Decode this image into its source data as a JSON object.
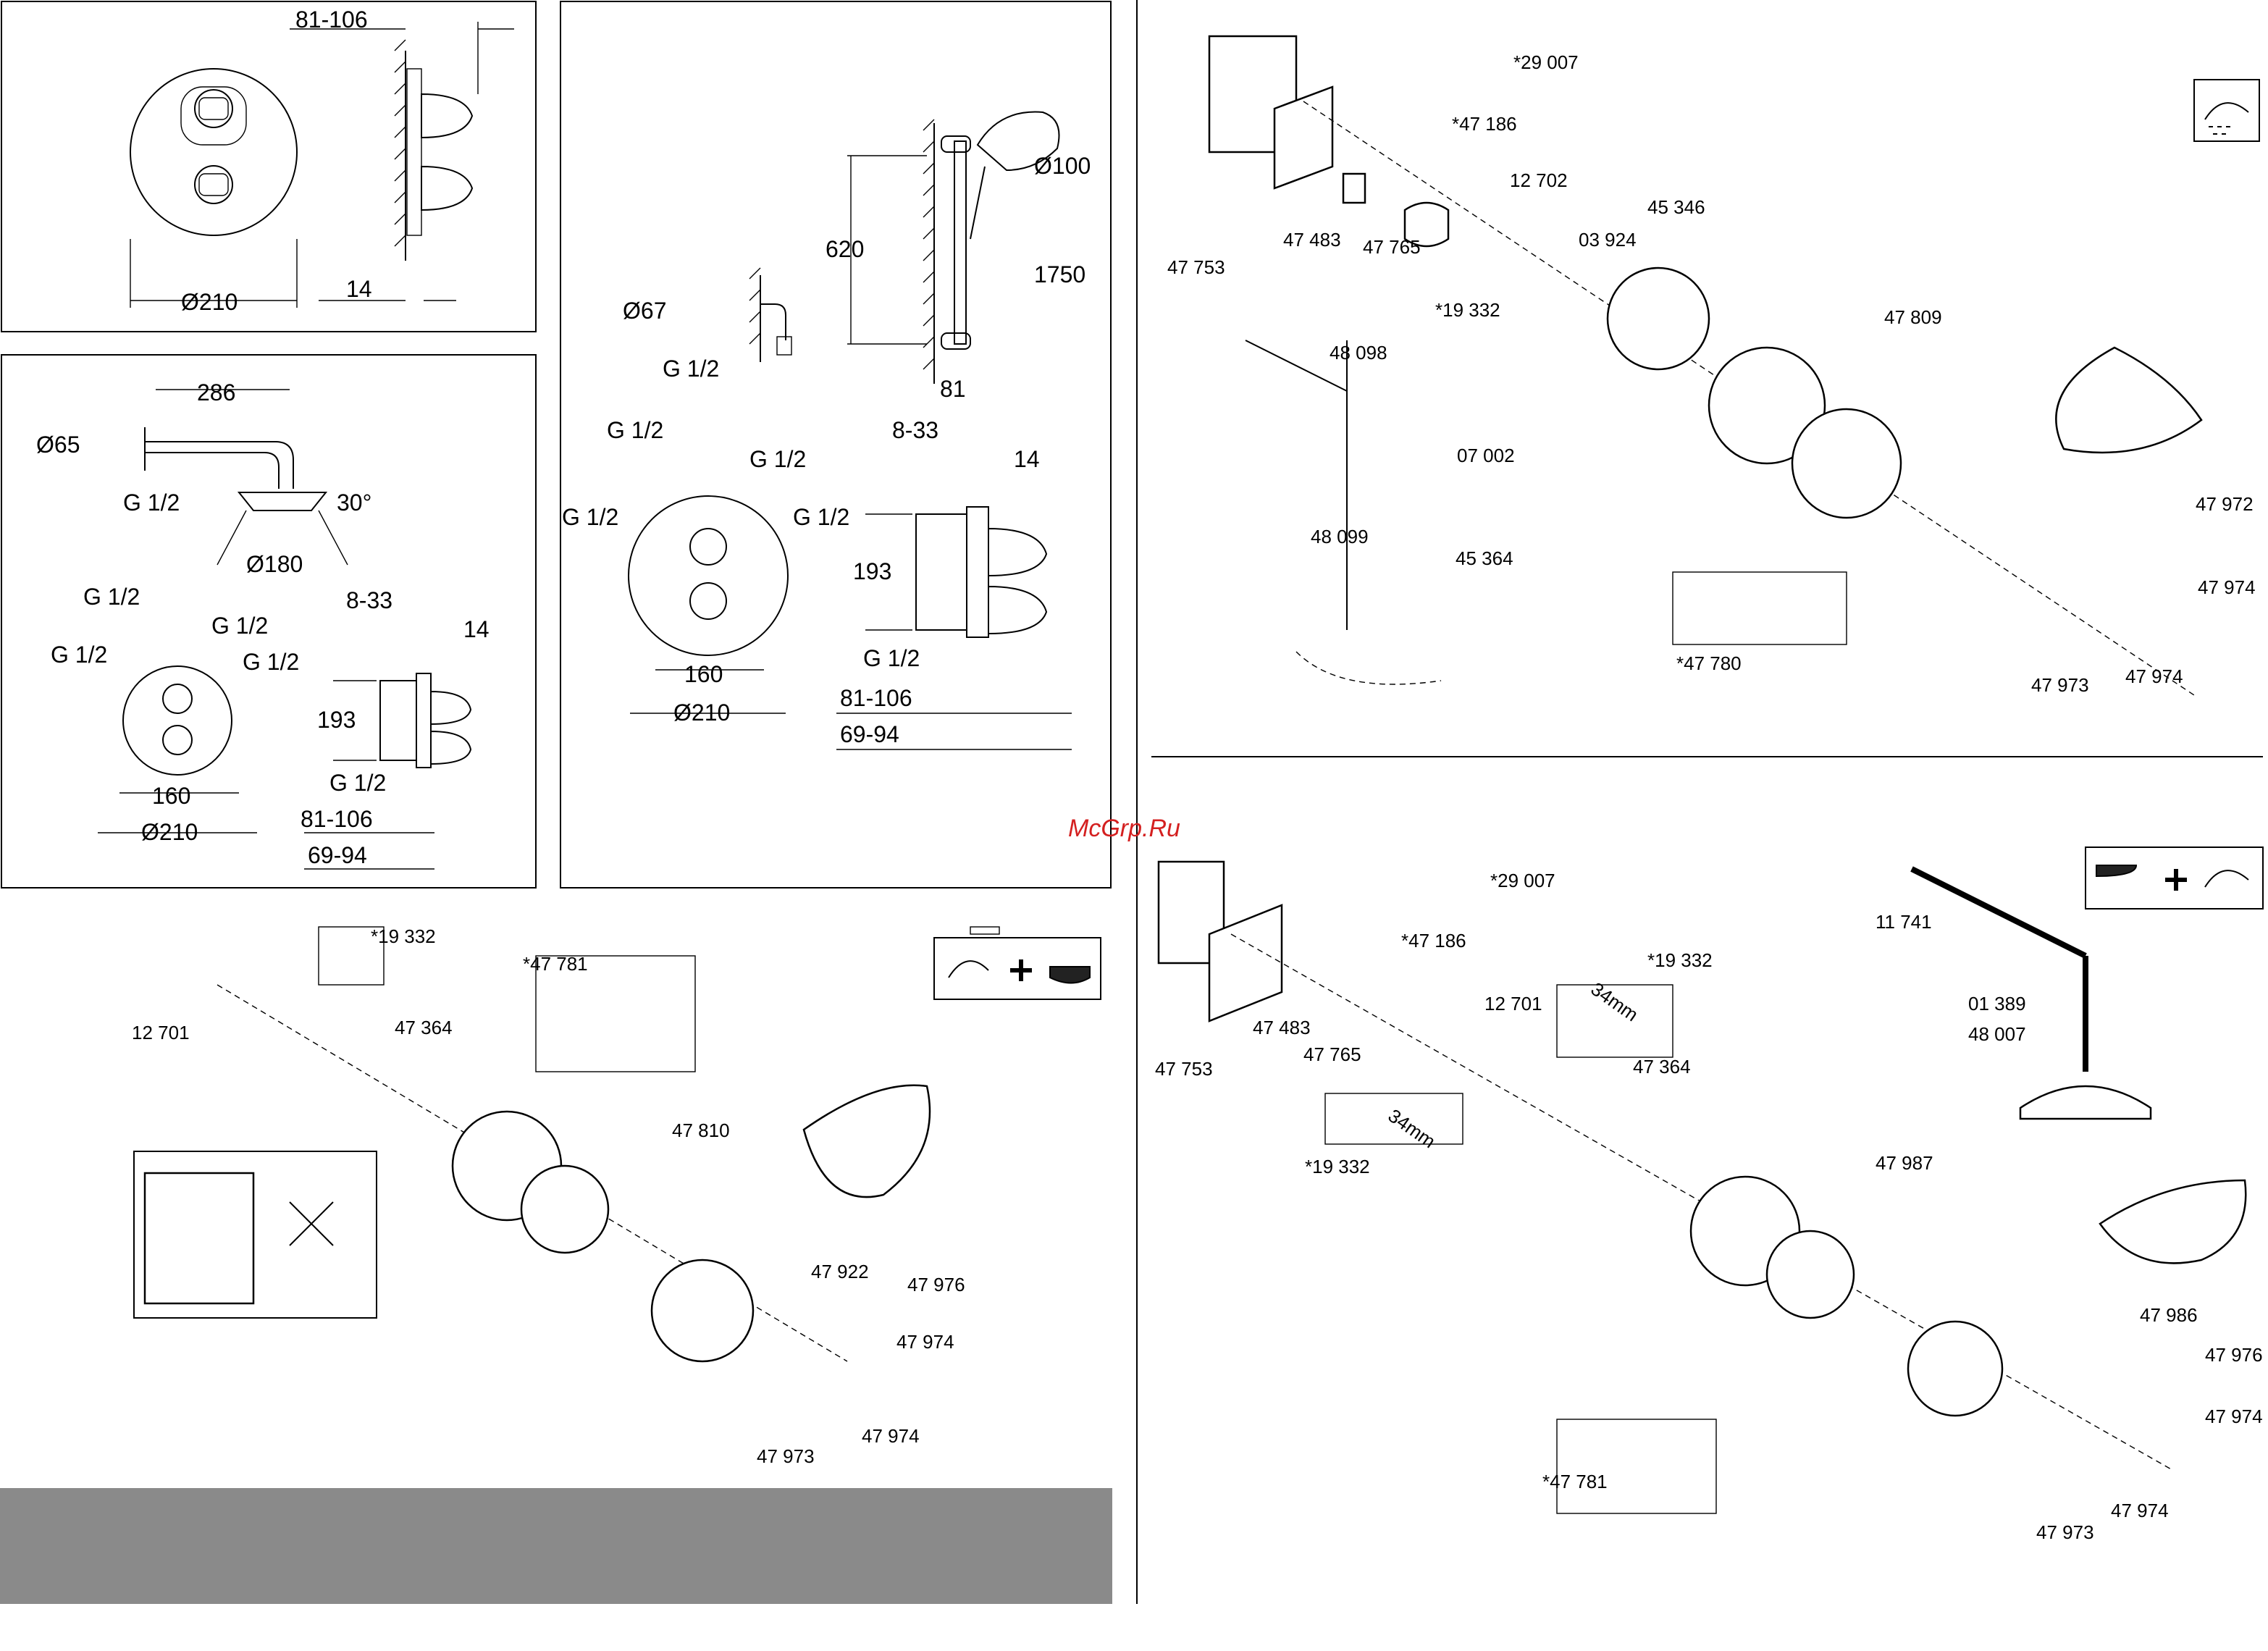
{
  "watermark": "McGrp.Ru",
  "panel_front_view": {
    "dims": {
      "depth": "81-106",
      "diameter": "Ø210",
      "wall": "14"
    }
  },
  "panel_head_shower": {
    "dims": {
      "arm_length": "286",
      "flange": "Ø65",
      "thread": "G 1/2",
      "angle": "30°",
      "head": "Ø180"
    }
  },
  "panel_box_small": {
    "dims": {
      "g_top_left": "G 1/2",
      "g_top_right": "G 1/2",
      "g_left": "G 1/2",
      "g_right": "G 1/2",
      "width": "160",
      "diameter": "Ø210",
      "range": "8-33",
      "wall": "14",
      "height": "193",
      "g_bottom": "G 1/2",
      "depth1": "81-106",
      "depth2": "69-94"
    }
  },
  "panel_rail": {
    "dims": {
      "elbow": "Ø67",
      "thread": "G 1/2",
      "height": "620",
      "hand": "Ø100",
      "rail": "1750",
      "offset": "81"
    }
  },
  "panel_box_large": {
    "dims": {
      "g_top_left": "G 1/2",
      "g_top_right": "G 1/2",
      "g_left": "G 1/2",
      "g_right": "G 1/2",
      "width": "160",
      "diameter": "Ø210",
      "range": "8-33",
      "wall": "14",
      "height": "193",
      "g_bottom": "G 1/2",
      "depth1": "81-106",
      "depth2": "69-94"
    }
  },
  "explode_top_right": {
    "parts": [
      "*29 007",
      "*47 186",
      "12 702",
      "45 346",
      "03 924",
      "47 483",
      "47 765",
      "47 753",
      "*19 332",
      "47 809",
      "48 098",
      "07 002",
      "48 099",
      "45 364",
      "47 972",
      "47 974",
      "*47 780",
      "47 973",
      "47 974"
    ]
  },
  "explode_bottom_left": {
    "parts": [
      "*19 332",
      "12 701",
      "47 364",
      "*47 781",
      "47 810",
      "47 922",
      "47 976",
      "47 974",
      "47 973",
      "47 974"
    ]
  },
  "explode_bottom_right": {
    "parts": [
      "*29 007",
      "*47 186",
      "12 701",
      "*19 332",
      "47 483",
      "47 765",
      "47 753",
      "47 364",
      "*19 332",
      "11 741",
      "01 389",
      "48 007",
      "47 987",
      "47 986",
      "47 976",
      "47 974",
      "*47 781",
      "47 973",
      "47 974"
    ],
    "cartridge_mark": "34mm"
  },
  "cartridge_mark": "34mm"
}
